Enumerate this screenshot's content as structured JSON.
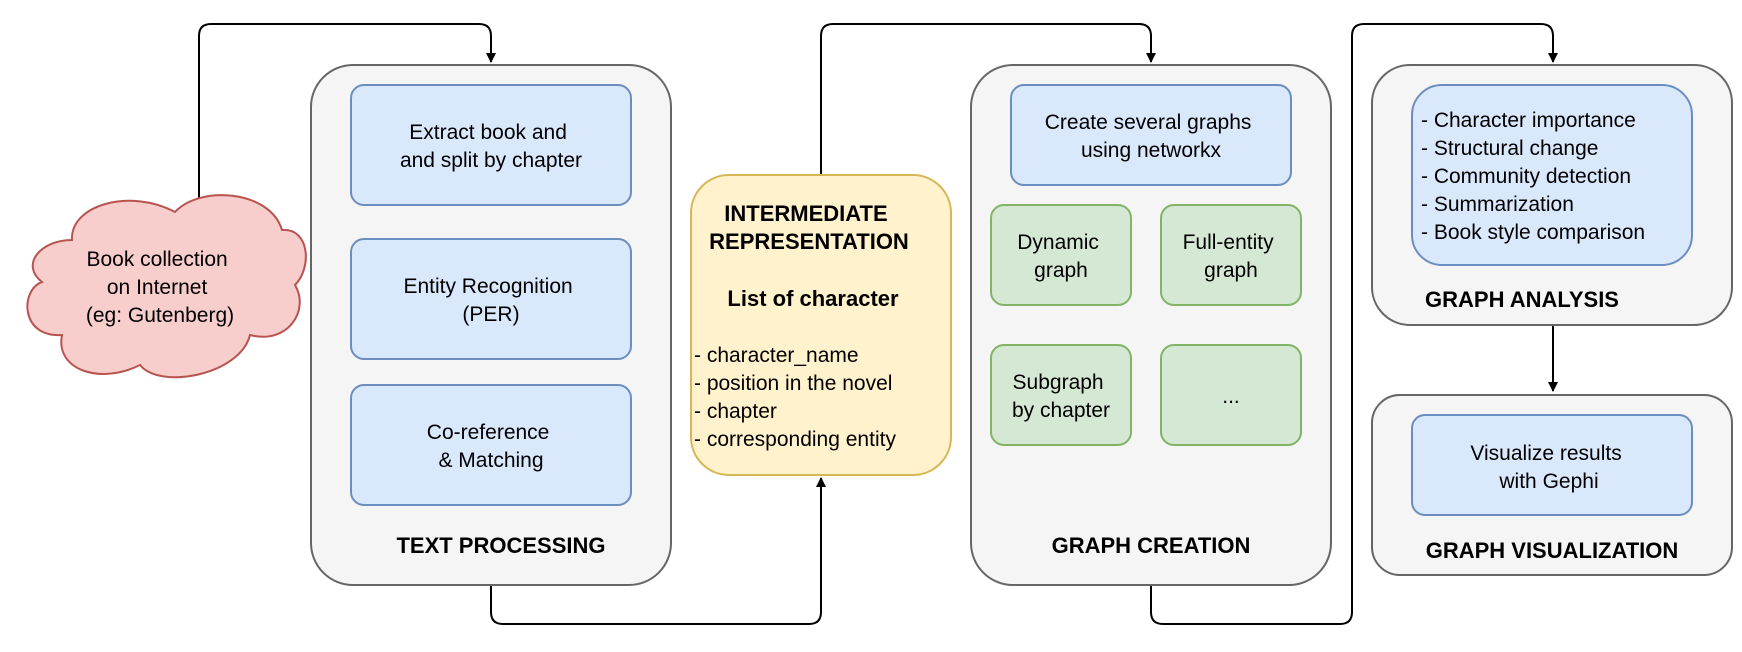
{
  "source": {
    "lines": [
      "Book collection",
      "on Internet",
      "(eg: Gutenberg)"
    ]
  },
  "text_processing": {
    "title": "TEXT PROCESSING",
    "steps": [
      {
        "lines": [
          "Extract book and",
          "and split by chapter"
        ]
      },
      {
        "lines": [
          "Entity Recognition",
          "(PER)"
        ]
      },
      {
        "lines": [
          "Co-reference",
          "& Matching"
        ]
      }
    ]
  },
  "intermediate": {
    "title_lines": [
      "INTERMEDIATE",
      "REPRESENTATION"
    ],
    "subtitle": "List of character",
    "fields": [
      "- character_name",
      "- position in the novel",
      "- chapter",
      "- corresponding entity"
    ]
  },
  "graph_creation": {
    "title": "GRAPH CREATION",
    "main": {
      "lines": [
        "Create several graphs",
        "using networkx"
      ]
    },
    "types": [
      {
        "lines": [
          "Dynamic",
          "graph"
        ]
      },
      {
        "lines": [
          "Full-entity",
          "graph"
        ]
      },
      {
        "lines": [
          "Subgraph",
          "by chapter"
        ]
      },
      {
        "lines": [
          "..."
        ]
      }
    ]
  },
  "graph_analysis": {
    "title": "GRAPH ANALYSIS",
    "items": [
      "- Character importance",
      "- Structural change",
      "- Community detection",
      "- Summarization",
      "- Book style comparison"
    ]
  },
  "graph_visualization": {
    "title": "GRAPH VISUALIZATION",
    "main": {
      "lines": [
        "Visualize results",
        "with Gephi"
      ]
    }
  },
  "colors": {
    "group_fill": "#f5f5f5",
    "group_stroke": "#666666",
    "blue_fill": "#dae8fc",
    "blue_stroke": "#6c8ebf",
    "green_fill": "#d5e8d4",
    "green_stroke": "#82b366",
    "yellow_fill": "#fff2cc",
    "yellow_stroke": "#d6b656",
    "red_fill": "#f8cecc",
    "red_stroke": "#b85450"
  }
}
